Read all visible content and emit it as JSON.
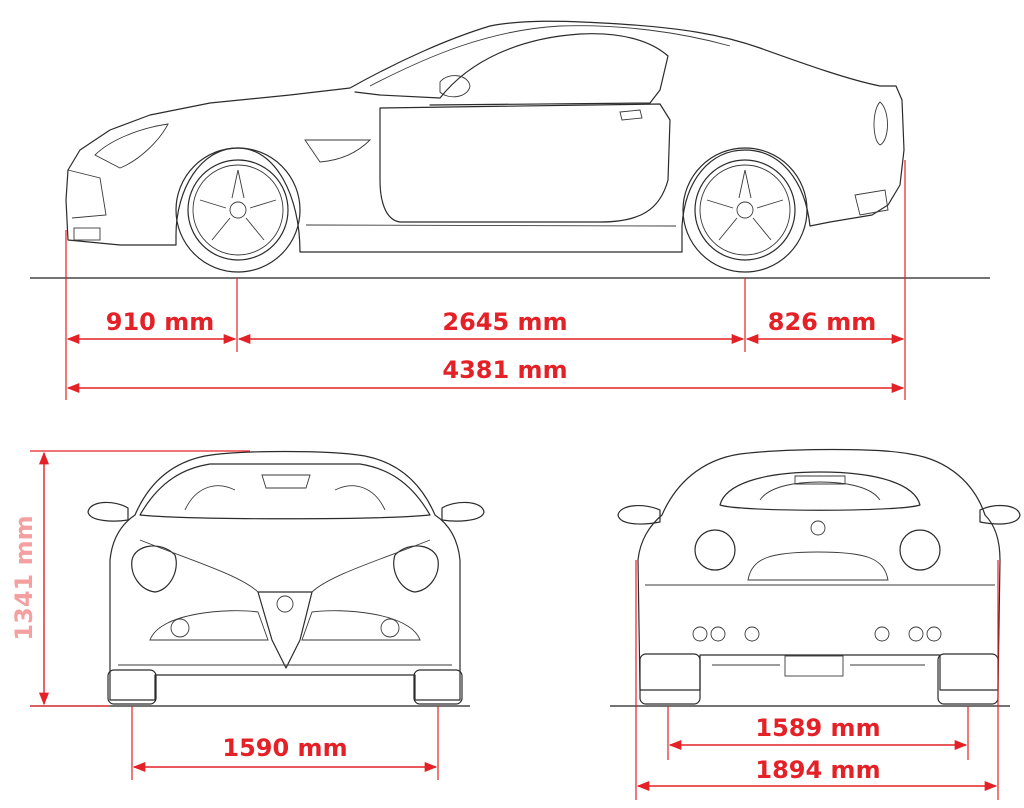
{
  "colors": {
    "dimension": "#e32127",
    "height_label": "#f4a0a0",
    "outline": "#2b2b2b",
    "background": "#ffffff"
  },
  "dimensions": {
    "front_overhang": "910 mm",
    "wheelbase": "2645 mm",
    "rear_overhang": "826 mm",
    "overall_length": "4381 mm",
    "height": "1341 mm",
    "front_track": "1590 mm",
    "rear_track": "1589 mm",
    "overall_width": "1894 mm"
  },
  "views": [
    "side-view",
    "front-view",
    "rear-view"
  ]
}
